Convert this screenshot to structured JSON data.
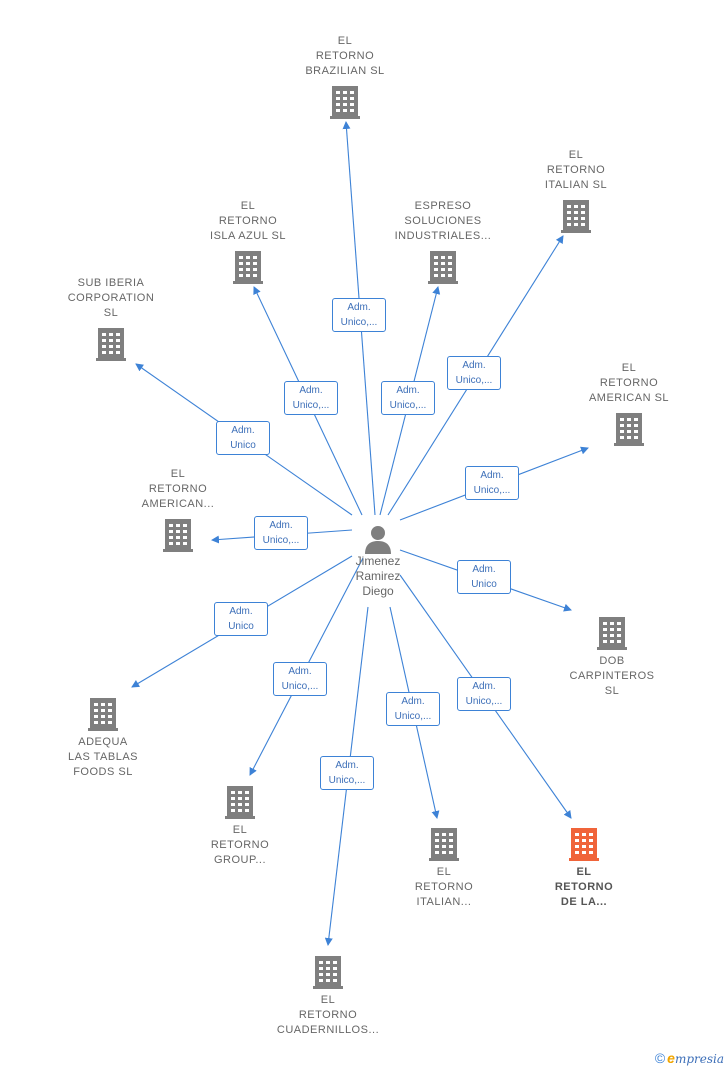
{
  "center": {
    "label_lines": [
      "Jimenez",
      "Ramirez",
      "Diego"
    ]
  },
  "nodes": [
    {
      "id": "brazilian",
      "lines": [
        "EL",
        "RETORNO",
        "BRAZILIAN  SL"
      ]
    },
    {
      "id": "italian-sl",
      "lines": [
        "EL",
        "RETORNO",
        "ITALIAN  SL"
      ]
    },
    {
      "id": "isla-azul",
      "lines": [
        "EL",
        "RETORNO",
        "ISLA AZUL  SL"
      ]
    },
    {
      "id": "espreso",
      "lines": [
        "ESPRESO",
        "SOLUCIONES",
        "INDUSTRIALES..."
      ]
    },
    {
      "id": "sub-iberia",
      "lines": [
        "SUB IBERIA",
        "CORPORATION",
        "SL"
      ]
    },
    {
      "id": "american-sl",
      "lines": [
        "EL",
        "RETORNO",
        "AMERICAN  SL"
      ]
    },
    {
      "id": "american-2",
      "lines": [
        "EL",
        "RETORNO",
        "AMERICAN..."
      ]
    },
    {
      "id": "dob",
      "lines": [
        "DOB",
        "CARPINTEROS",
        "SL"
      ]
    },
    {
      "id": "adequa",
      "lines": [
        "ADEQUA",
        "LAS TABLAS",
        "FOODS  SL"
      ]
    },
    {
      "id": "group",
      "lines": [
        "EL",
        "RETORNO",
        "GROUP..."
      ]
    },
    {
      "id": "italian-2",
      "lines": [
        "EL",
        "RETORNO",
        "ITALIAN..."
      ]
    },
    {
      "id": "de-la",
      "lines": [
        "EL",
        "RETORNO",
        "DE LA..."
      ],
      "highlight": true
    },
    {
      "id": "cuadernillos",
      "lines": [
        "EL",
        "RETORNO",
        "CUADERNILLOS..."
      ]
    }
  ],
  "edges": [
    {
      "to": "brazilian",
      "badge": [
        "Adm.",
        "Unico,..."
      ]
    },
    {
      "to": "italian-sl",
      "badge": [
        "Adm.",
        "Unico,..."
      ]
    },
    {
      "to": "isla-azul",
      "badge": [
        "Adm.",
        "Unico,..."
      ]
    },
    {
      "to": "espreso",
      "badge": [
        "Adm.",
        "Unico,..."
      ]
    },
    {
      "to": "sub-iberia",
      "badge": [
        "Adm.",
        "Unico"
      ]
    },
    {
      "to": "american-sl",
      "badge": [
        "Adm.",
        "Unico,..."
      ]
    },
    {
      "to": "american-2",
      "badge": [
        "Adm.",
        "Unico,..."
      ]
    },
    {
      "to": "dob",
      "badge": [
        "Adm.",
        "Unico"
      ]
    },
    {
      "to": "adequa",
      "badge": [
        "Adm.",
        "Unico"
      ]
    },
    {
      "to": "group",
      "badge": [
        "Adm.",
        "Unico,..."
      ]
    },
    {
      "to": "italian-2",
      "badge": [
        "Adm.",
        "Unico,..."
      ]
    },
    {
      "to": "de-la",
      "badge": [
        "Adm.",
        "Unico,..."
      ]
    },
    {
      "to": "cuadernillos",
      "badge": [
        "Adm.",
        "Unico,..."
      ]
    }
  ],
  "colors": {
    "edge": "#3d82d6",
    "building": "#7f7f7f",
    "building_highlight": "#f0643a",
    "person": "#7f7f7f"
  },
  "footer": {
    "copyright_symbol": "©",
    "brand_initial": "e",
    "brand_rest": "mpresia"
  }
}
